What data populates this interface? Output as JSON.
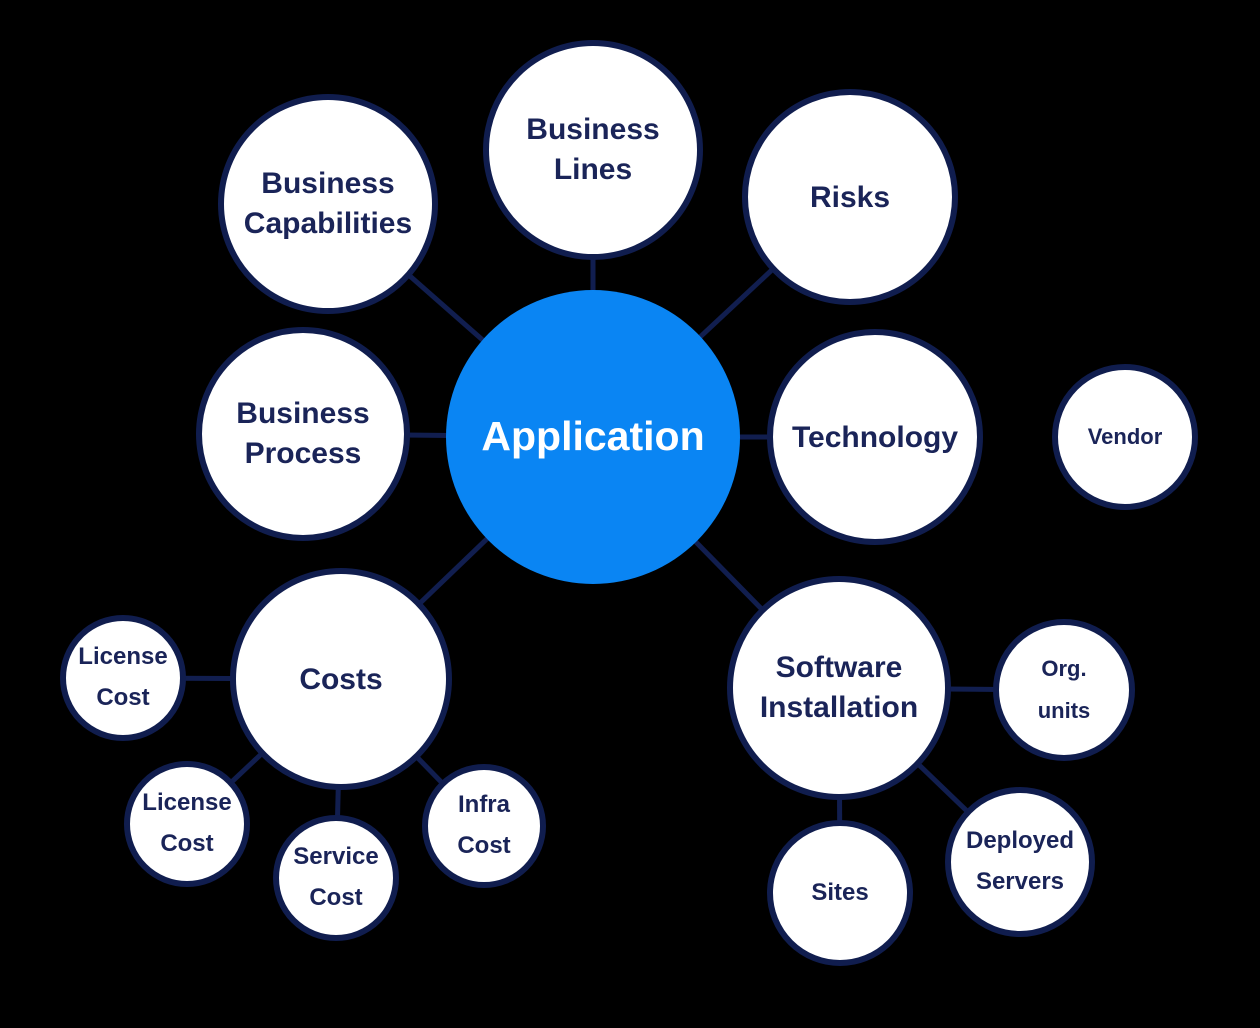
{
  "diagram": {
    "description": "Application mind map showing related fact sheet types",
    "colors": {
      "background": "#000000",
      "node_fill": "#ffffff",
      "node_border": "#101d4e",
      "node_text": "#1a2458",
      "connector": "#111e4f",
      "center_fill": "#0a85f3",
      "center_text": "#ffffff"
    },
    "center": {
      "id": "application",
      "label": "Application"
    },
    "nodes": [
      {
        "id": "business-capabilities",
        "label": "Business\nCapabilities"
      },
      {
        "id": "business-lines",
        "label": "Business\nLines"
      },
      {
        "id": "risks",
        "label": "Risks"
      },
      {
        "id": "business-process",
        "label": "Business\nProcess"
      },
      {
        "id": "technology",
        "label": "Technology"
      },
      {
        "id": "vendor",
        "label": "Vendor"
      },
      {
        "id": "costs",
        "label": "Costs"
      },
      {
        "id": "license-cost-upper",
        "label": "License\nCost"
      },
      {
        "id": "license-cost-lower",
        "label": "License\nCost"
      },
      {
        "id": "service-cost",
        "label": "Service\nCost"
      },
      {
        "id": "infra-cost",
        "label": "Infra\nCost"
      },
      {
        "id": "software-installation",
        "label": "Software\nInstallation"
      },
      {
        "id": "org-units",
        "label": "Org.\nunits"
      },
      {
        "id": "sites",
        "label": "Sites"
      },
      {
        "id": "deployed-servers",
        "label": "Deployed\nServers"
      }
    ],
    "edges": [
      [
        "application",
        "business-capabilities"
      ],
      [
        "application",
        "business-lines"
      ],
      [
        "application",
        "risks"
      ],
      [
        "application",
        "business-process"
      ],
      [
        "application",
        "technology"
      ],
      [
        "application",
        "costs"
      ],
      [
        "application",
        "software-installation"
      ],
      [
        "costs",
        "license-cost-upper"
      ],
      [
        "costs",
        "license-cost-lower"
      ],
      [
        "costs",
        "service-cost"
      ],
      [
        "costs",
        "infra-cost"
      ],
      [
        "software-installation",
        "org-units"
      ],
      [
        "software-installation",
        "sites"
      ],
      [
        "software-installation",
        "deployed-servers"
      ]
    ]
  }
}
